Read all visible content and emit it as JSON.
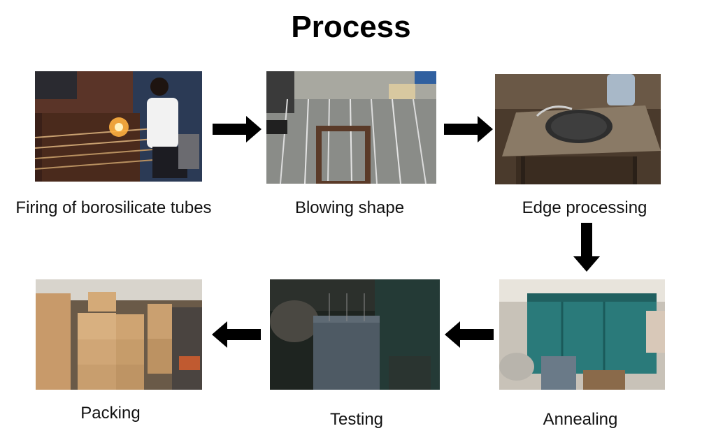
{
  "title": "Process",
  "steps": [
    {
      "label": "Firing of borosilicate tubes",
      "photo": "glass-firing-photo"
    },
    {
      "label": "Blowing shape",
      "photo": "glass-blowing-photo"
    },
    {
      "label": "Edge processing",
      "photo": "edge-processing-photo"
    },
    {
      "label": "Annealing",
      "photo": "annealing-oven-photo"
    },
    {
      "label": "Testing",
      "photo": "testing-station-photo"
    },
    {
      "label": "Packing",
      "photo": "packing-boxes-photo"
    }
  ],
  "colors": {
    "arrow": "#000000",
    "text": "#111111"
  }
}
